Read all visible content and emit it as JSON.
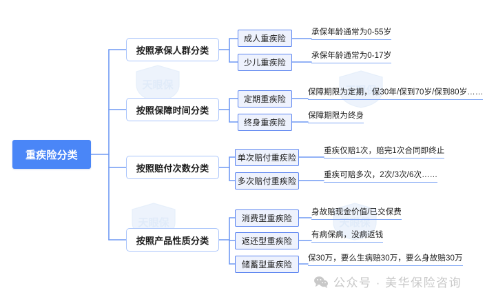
{
  "diagram": {
    "type": "mindmap",
    "root": {
      "label": "重疾险分类"
    },
    "branches": [
      {
        "label": "按照承保人群分类",
        "children": [
          {
            "label": "成人重疾险",
            "note": "承保年龄通常为0-55岁"
          },
          {
            "label": "少儿重疾险",
            "note": "承保年龄通常为0-17岁"
          }
        ]
      },
      {
        "label": "按照保障时间分类",
        "children": [
          {
            "label": "定期重疾险",
            "note": "保障期限为定期，保30年/保到70岁/保到80岁……"
          },
          {
            "label": "终身重疾险",
            "note": "保障期限为终身"
          }
        ]
      },
      {
        "label": "按照赔付次数分类",
        "children": [
          {
            "label": "单次赔付重疾险",
            "note": "重疾仅赔1次，赔完1次合同即终止"
          },
          {
            "label": "多次赔付重疾险",
            "note": "重疾可赔多次，2次/3次/6次……"
          }
        ]
      },
      {
        "label": "按照产品性质分类",
        "children": [
          {
            "label": "消费型重疾险",
            "note": "身故赔现金价值/已交保费"
          },
          {
            "label": "返还型重疾险",
            "note": "有病保病，没病返钱"
          },
          {
            "label": "储蓄型重疾险",
            "note": "保30万，要么生病赔30万，要么身故赔30万"
          }
        ]
      }
    ]
  },
  "watermark": {
    "text": "天眼保"
  },
  "footer": {
    "icon": "wechat-icon",
    "text": "公众号 · 美华保险咨询"
  },
  "colors": {
    "root_fill": "#4a86f7",
    "root_text": "#ffffff",
    "lvl2_border": "#a9c4fb",
    "lvl3_fill": "#eef2fd",
    "lvl3_border": "#5b84f0",
    "connector": "#6f99f4",
    "note_underline": "#7fa6f5",
    "footer_text": "#c8c8c8"
  }
}
